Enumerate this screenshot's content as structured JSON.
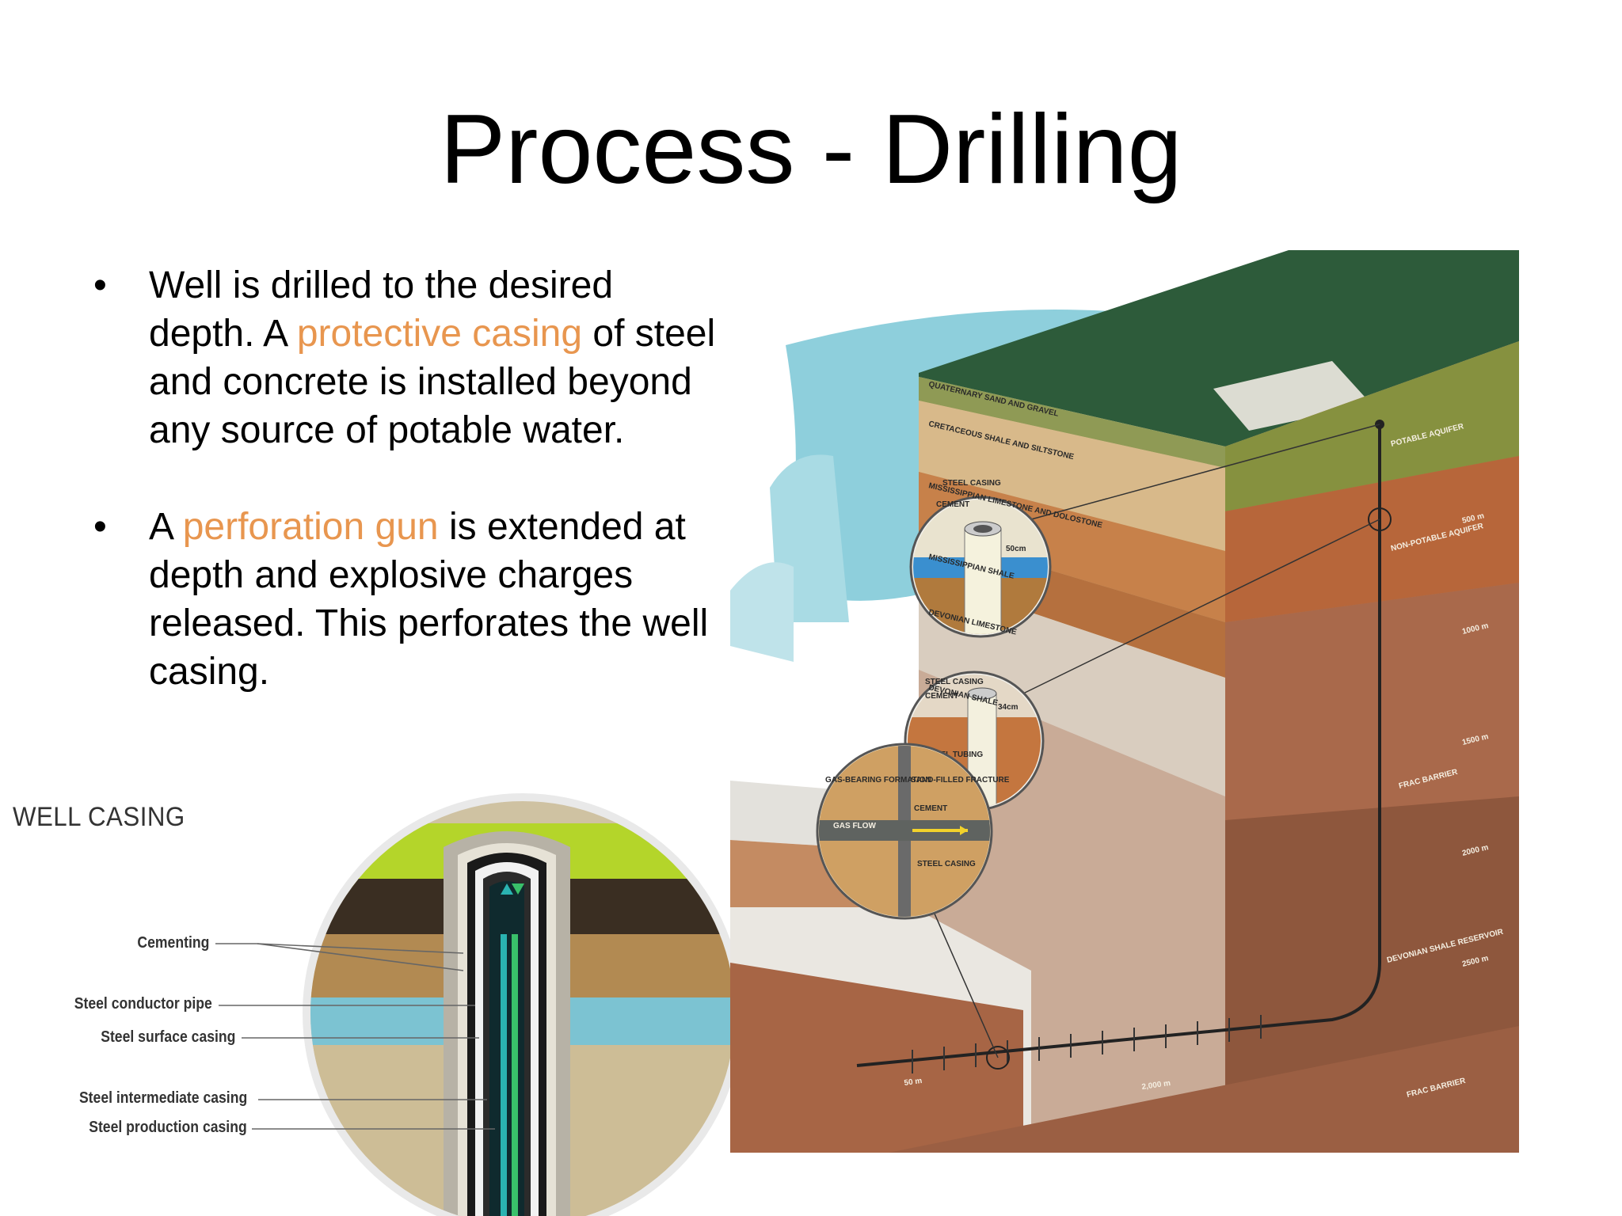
{
  "slide": {
    "title": "Process - Drilling",
    "bullets": [
      {
        "marker": "•",
        "before": "Well is drilled to the desired depth. A ",
        "highlight": "protective casing",
        "after": " of steel and concrete is installed beyond any source of potable water."
      },
      {
        "marker": "•",
        "before": "A ",
        "highlight": "perforation gun",
        "after": " is extended at depth and explosive charges released. This perforates the well casing."
      }
    ],
    "highlight_color": "#e8964f"
  },
  "well_casing": {
    "title": "WELL CASING",
    "labels": {
      "cementing": "Cementing",
      "conductor": "Steel conductor pipe",
      "surface": "Steel surface casing",
      "intermediate": "Steel intermediate casing",
      "production": "Steel production casing"
    }
  },
  "cross_section": {
    "layers": {
      "quaternary": "QUATERNARY SAND AND GRAVEL",
      "cretaceous": "CRETACEOUS SHALE AND SILTSTONE",
      "mississippian_ls": "MISSISSIPPIAN LIMESTONE AND DOLOSTONE",
      "mississippian_sh": "MISSISSIPPIAN SHALE",
      "devonian_ls": "DEVONIAN LIMESTONE",
      "devonian_sh": "DEVONIAN SHALE"
    },
    "right_labels": {
      "potable": "POTABLE AQUIFER",
      "nonpotable": "NON-POTABLE AQUIFER",
      "frac1": "FRAC BARRIER",
      "reservoir": "DEVONIAN SHALE RESERVOIR",
      "frac2": "FRAC BARRIER"
    },
    "depths": [
      "500 m",
      "1000 m",
      "1500 m",
      "2000 m",
      "2500 m"
    ],
    "callouts": {
      "steel_casing": "STEEL CASING",
      "cement": "CEMENT",
      "size1": "50cm",
      "steel_casing2": "STEEL CASING",
      "cement2": "CEMENT",
      "size2": "34cm",
      "steel_tubing": "STEEL TUBING",
      "gas_formation": "GAS-BEARING FORMATION",
      "sand_fracture": "SAND-FILLED FRACTURE",
      "cement3": "CEMENT",
      "gas_flow": "GAS FLOW",
      "steel_casing3": "STEEL CASING"
    },
    "horizontal": "2,000 m",
    "small": "50 m"
  }
}
